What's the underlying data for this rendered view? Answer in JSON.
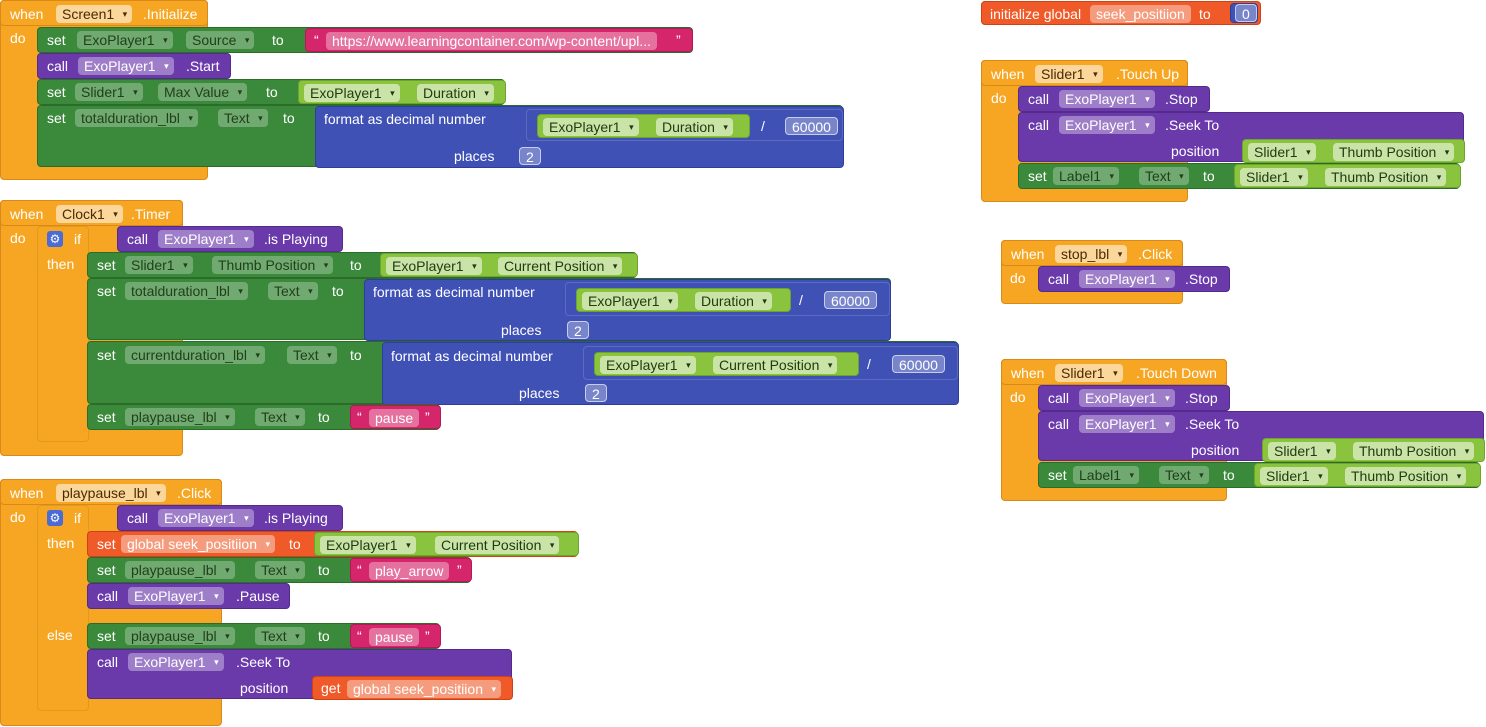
{
  "kw": {
    "when": "when",
    "do": "do",
    "set": "set",
    "to": "to",
    "call": "call",
    "if": "if",
    "then": "then",
    "else": "else",
    "get": "get",
    "position": "position",
    "places": "places",
    "format": "format as decimal number",
    "div": "/",
    "dot": ".",
    "quote_open": "“",
    "quote_close": "”",
    "dd": "▾"
  },
  "global_init": {
    "label": "initialize global",
    "var": "seek_positiion",
    "to": "to",
    "value": "0"
  },
  "blocks": {
    "screen_init": {
      "component": "Screen1",
      "event": ".Initialize",
      "s1": {
        "comp": "ExoPlayer1",
        "prop": "Source",
        "value": "https://www.learningcontainer.com/wp-content/upl..."
      },
      "s2": {
        "comp": "ExoPlayer1",
        "method": ".Start"
      },
      "s3": {
        "comp": "Slider1",
        "prop": "Max Value",
        "src_comp": "ExoPlayer1",
        "src_prop": "Duration"
      },
      "s4": {
        "comp": "totalduration_lbl",
        "prop": "Text",
        "src_comp": "ExoPlayer1",
        "src_prop": "Duration",
        "divisor": "60000",
        "places": "2"
      }
    },
    "clock_timer": {
      "component": "Clock1",
      "event": ".Timer",
      "cond": {
        "comp": "ExoPlayer1",
        "prop": ".is Playing"
      },
      "s1": {
        "comp": "Slider1",
        "prop": "Thumb Position",
        "src_comp": "ExoPlayer1",
        "src_prop": "Current Position"
      },
      "s2": {
        "comp": "totalduration_lbl",
        "prop": "Text",
        "src_comp": "ExoPlayer1",
        "src_prop": "Duration",
        "divisor": "60000",
        "places": "2"
      },
      "s3": {
        "comp": "currentduration_lbl",
        "prop": "Text",
        "src_comp": "ExoPlayer1",
        "src_prop": "Current Position",
        "divisor": "60000",
        "places": "2"
      },
      "s4": {
        "comp": "playpause_lbl",
        "prop": "Text",
        "value": "pause"
      }
    },
    "playpause_click": {
      "component": "playpause_lbl",
      "event": ".Click",
      "cond": {
        "comp": "ExoPlayer1",
        "prop": ".is Playing"
      },
      "t1": {
        "var": "global seek_positiion",
        "src_comp": "ExoPlayer1",
        "src_prop": "Current Position"
      },
      "t2": {
        "comp": "playpause_lbl",
        "prop": "Text",
        "value": "play_arrow"
      },
      "t3": {
        "comp": "ExoPlayer1",
        "method": ".Pause"
      },
      "e1": {
        "comp": "playpause_lbl",
        "prop": "Text",
        "value": "pause"
      },
      "e2": {
        "comp": "ExoPlayer1",
        "method": ".Seek To",
        "arg_var": "global seek_positiion"
      }
    },
    "slider_touch_up": {
      "component": "Slider1",
      "event": ".Touch Up",
      "s1": {
        "comp": "ExoPlayer1",
        "method": ".Stop"
      },
      "s2": {
        "comp": "ExoPlayer1",
        "method": ".Seek To",
        "arg_comp": "Slider1",
        "arg_prop": "Thumb Position"
      },
      "s3": {
        "comp": "Label1",
        "prop": "Text",
        "src_comp": "Slider1",
        "src_prop": "Thumb Position"
      }
    },
    "stop_click": {
      "component": "stop_lbl",
      "event": ".Click",
      "s1": {
        "comp": "ExoPlayer1",
        "method": ".Stop"
      }
    },
    "slider_touch_down": {
      "component": "Slider1",
      "event": ".Touch Down",
      "s1": {
        "comp": "ExoPlayer1",
        "method": ".Stop"
      },
      "s2": {
        "comp": "ExoPlayer1",
        "method": ".Seek To",
        "arg_comp": "Slider1",
        "arg_prop": "Thumb Position"
      },
      "s3": {
        "comp": "Label1",
        "prop": "Text",
        "src_comp": "Slider1",
        "src_prop": "Thumb Position"
      }
    }
  }
}
